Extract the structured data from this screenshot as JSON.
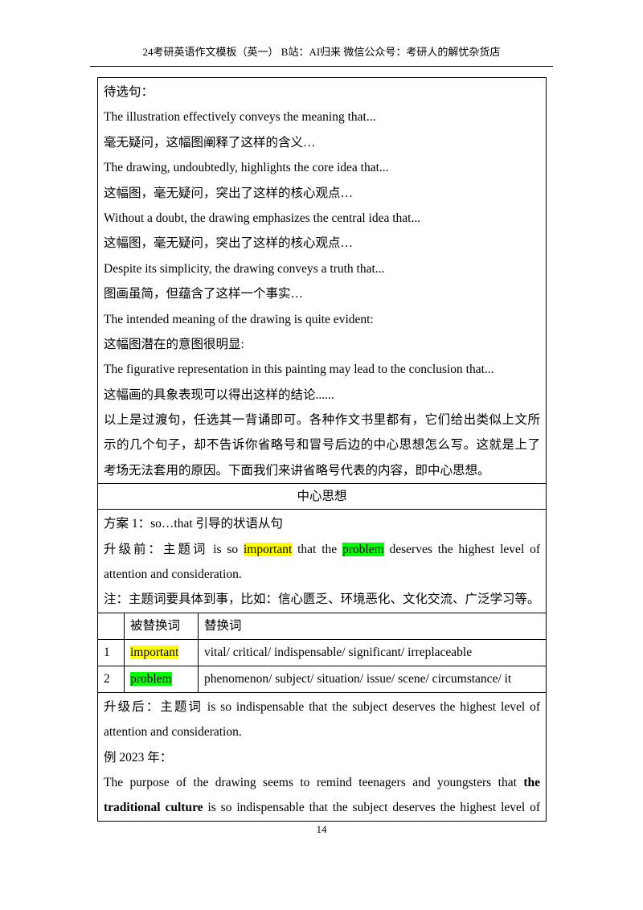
{
  "header": {
    "text": "24考研英语作文模板（英一） B站：AI归来 微信公众号：考研人的解忧杂货店"
  },
  "candidates": {
    "label": "待选句：",
    "lines": [
      "The illustration effectively conveys the meaning that...",
      "毫无疑问，这幅图阐释了这样的含义…",
      "The drawing, undoubtedly, highlights the core idea that...",
      "这幅图，毫无疑问，突出了这样的核心观点…",
      "Without a doubt, the drawing emphasizes the central idea that...",
      "这幅图，毫无疑问，突出了这样的核心观点…",
      "Despite its simplicity, the drawing conveys a truth that...",
      "图画虽简，但蕴含了这样一个事实…",
      "The intended meaning of the drawing is quite evident:",
      "这幅图潜在的意图很明显:",
      "The figurative representation in this painting may lead to the conclusion that...",
      "这幅画的具象表现可以得出这样的结论......"
    ],
    "note_lines": [
      "以上是过渡句，任选其一背诵即可。各种作文书里都有，它们给出类似上文所",
      "示的几个句子，却不告诉你省略号和冒号后边的中心思想怎么写。这就是上了",
      "考场无法套用的原因。下面我们来讲省略号代表的内容，即中心思想。"
    ]
  },
  "section": {
    "title": "中心思想"
  },
  "plan": {
    "title": "方案 1：so…that  引导的状语从句",
    "before": {
      "p1": "升级前：主题词 is so ",
      "w1": "important",
      "p2": " that the ",
      "w2": "problem",
      "p3": " deserves the highest level of",
      "line2": "attention and consideration."
    },
    "note": "注：主题词要具体到事，比如：信心匮乏、环境恶化、文化交流、广泛学习等。"
  },
  "replace_table": {
    "headers": [
      "",
      "被替换词",
      "替换词"
    ],
    "rows": [
      {
        "num": "1",
        "word": "important",
        "replacements": "vital/ critical/ indispensable/ significant/ irreplaceable"
      },
      {
        "num": "2",
        "word": "problem",
        "replacements": "phenomenon/ subject/ situation/ issue/ scene/ circumstance/ it"
      }
    ]
  },
  "after": {
    "line1": "升级后：主题词 is so indispensable that the subject deserves the highest level of",
    "line2": "attention and consideration.",
    "example_label": "例 2023 年：",
    "ex1_a": "The purpose of the drawing seems to remind teenagers and youngsters that ",
    "ex1_b": "the",
    "ex2_a": "traditional culture",
    "ex2_b": " is so indispensable that the subject deserves the highest level of"
  },
  "footer": {
    "page_number": "14"
  },
  "colors": {
    "highlight_yellow": "#ffff00",
    "highlight_green": "#00ff00"
  }
}
